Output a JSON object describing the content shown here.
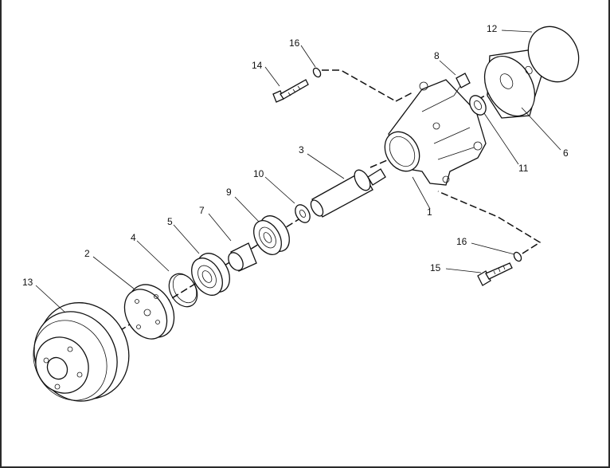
{
  "diagram": {
    "callouts": [
      {
        "id": "c1",
        "text": "1"
      },
      {
        "id": "c2",
        "text": "2"
      },
      {
        "id": "c3",
        "text": "3"
      },
      {
        "id": "c4",
        "text": "4"
      },
      {
        "id": "c5",
        "text": "5"
      },
      {
        "id": "c6",
        "text": "6"
      },
      {
        "id": "c7",
        "text": "7"
      },
      {
        "id": "c8",
        "text": "8"
      },
      {
        "id": "c9",
        "text": "9"
      },
      {
        "id": "c10",
        "text": "10"
      },
      {
        "id": "c11",
        "text": "11"
      },
      {
        "id": "c12",
        "text": "12"
      },
      {
        "id": "c13",
        "text": "13"
      },
      {
        "id": "c14",
        "text": "14"
      },
      {
        "id": "c15",
        "text": "15"
      },
      {
        "id": "c16a",
        "text": "16"
      },
      {
        "id": "c16b",
        "text": "16"
      }
    ]
  }
}
